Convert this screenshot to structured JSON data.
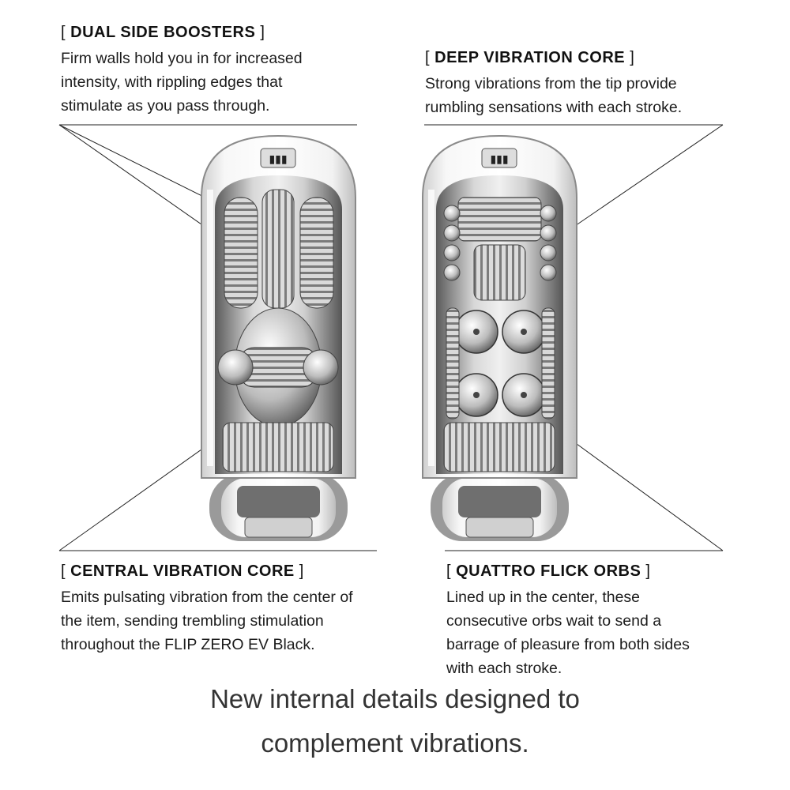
{
  "dual_side_boosters": {
    "heading": "DUAL SIDE BOOSTERS",
    "lines": [
      "Firm walls hold you in for increased",
      "intensity, with rippling edges that",
      "stimulate as you pass through."
    ]
  },
  "deep_vibration_core": {
    "heading": "DEEP VIBRATION CORE",
    "lines": [
      "Strong vibrations from the tip provide",
      "rumbling sensations with each stroke."
    ]
  },
  "central_vibration_core": {
    "heading": "CENTRAL VIBRATION CORE",
    "lines": [
      "Emits pulsating vibration from the center of",
      "the item, sending trembling stimulation",
      "throughout the FLIP ZERO EV Black."
    ]
  },
  "quattro_flick_orbs": {
    "heading": "QUATTRO FLICK ORBS",
    "lines": [
      "Lined up in the center, these",
      "consecutive orbs wait to send a",
      "barrage of pleasure from both sides",
      "with each stroke."
    ]
  },
  "footer": {
    "line1": "New internal details designed to",
    "line2": "complement vibrations."
  },
  "brackets": {
    "open": "[",
    "close": "]"
  },
  "colors": {
    "text": "#1a1a1a",
    "line": "#222222",
    "product_body": "#e6e6e6",
    "product_shadow": "#6a6a6a"
  }
}
